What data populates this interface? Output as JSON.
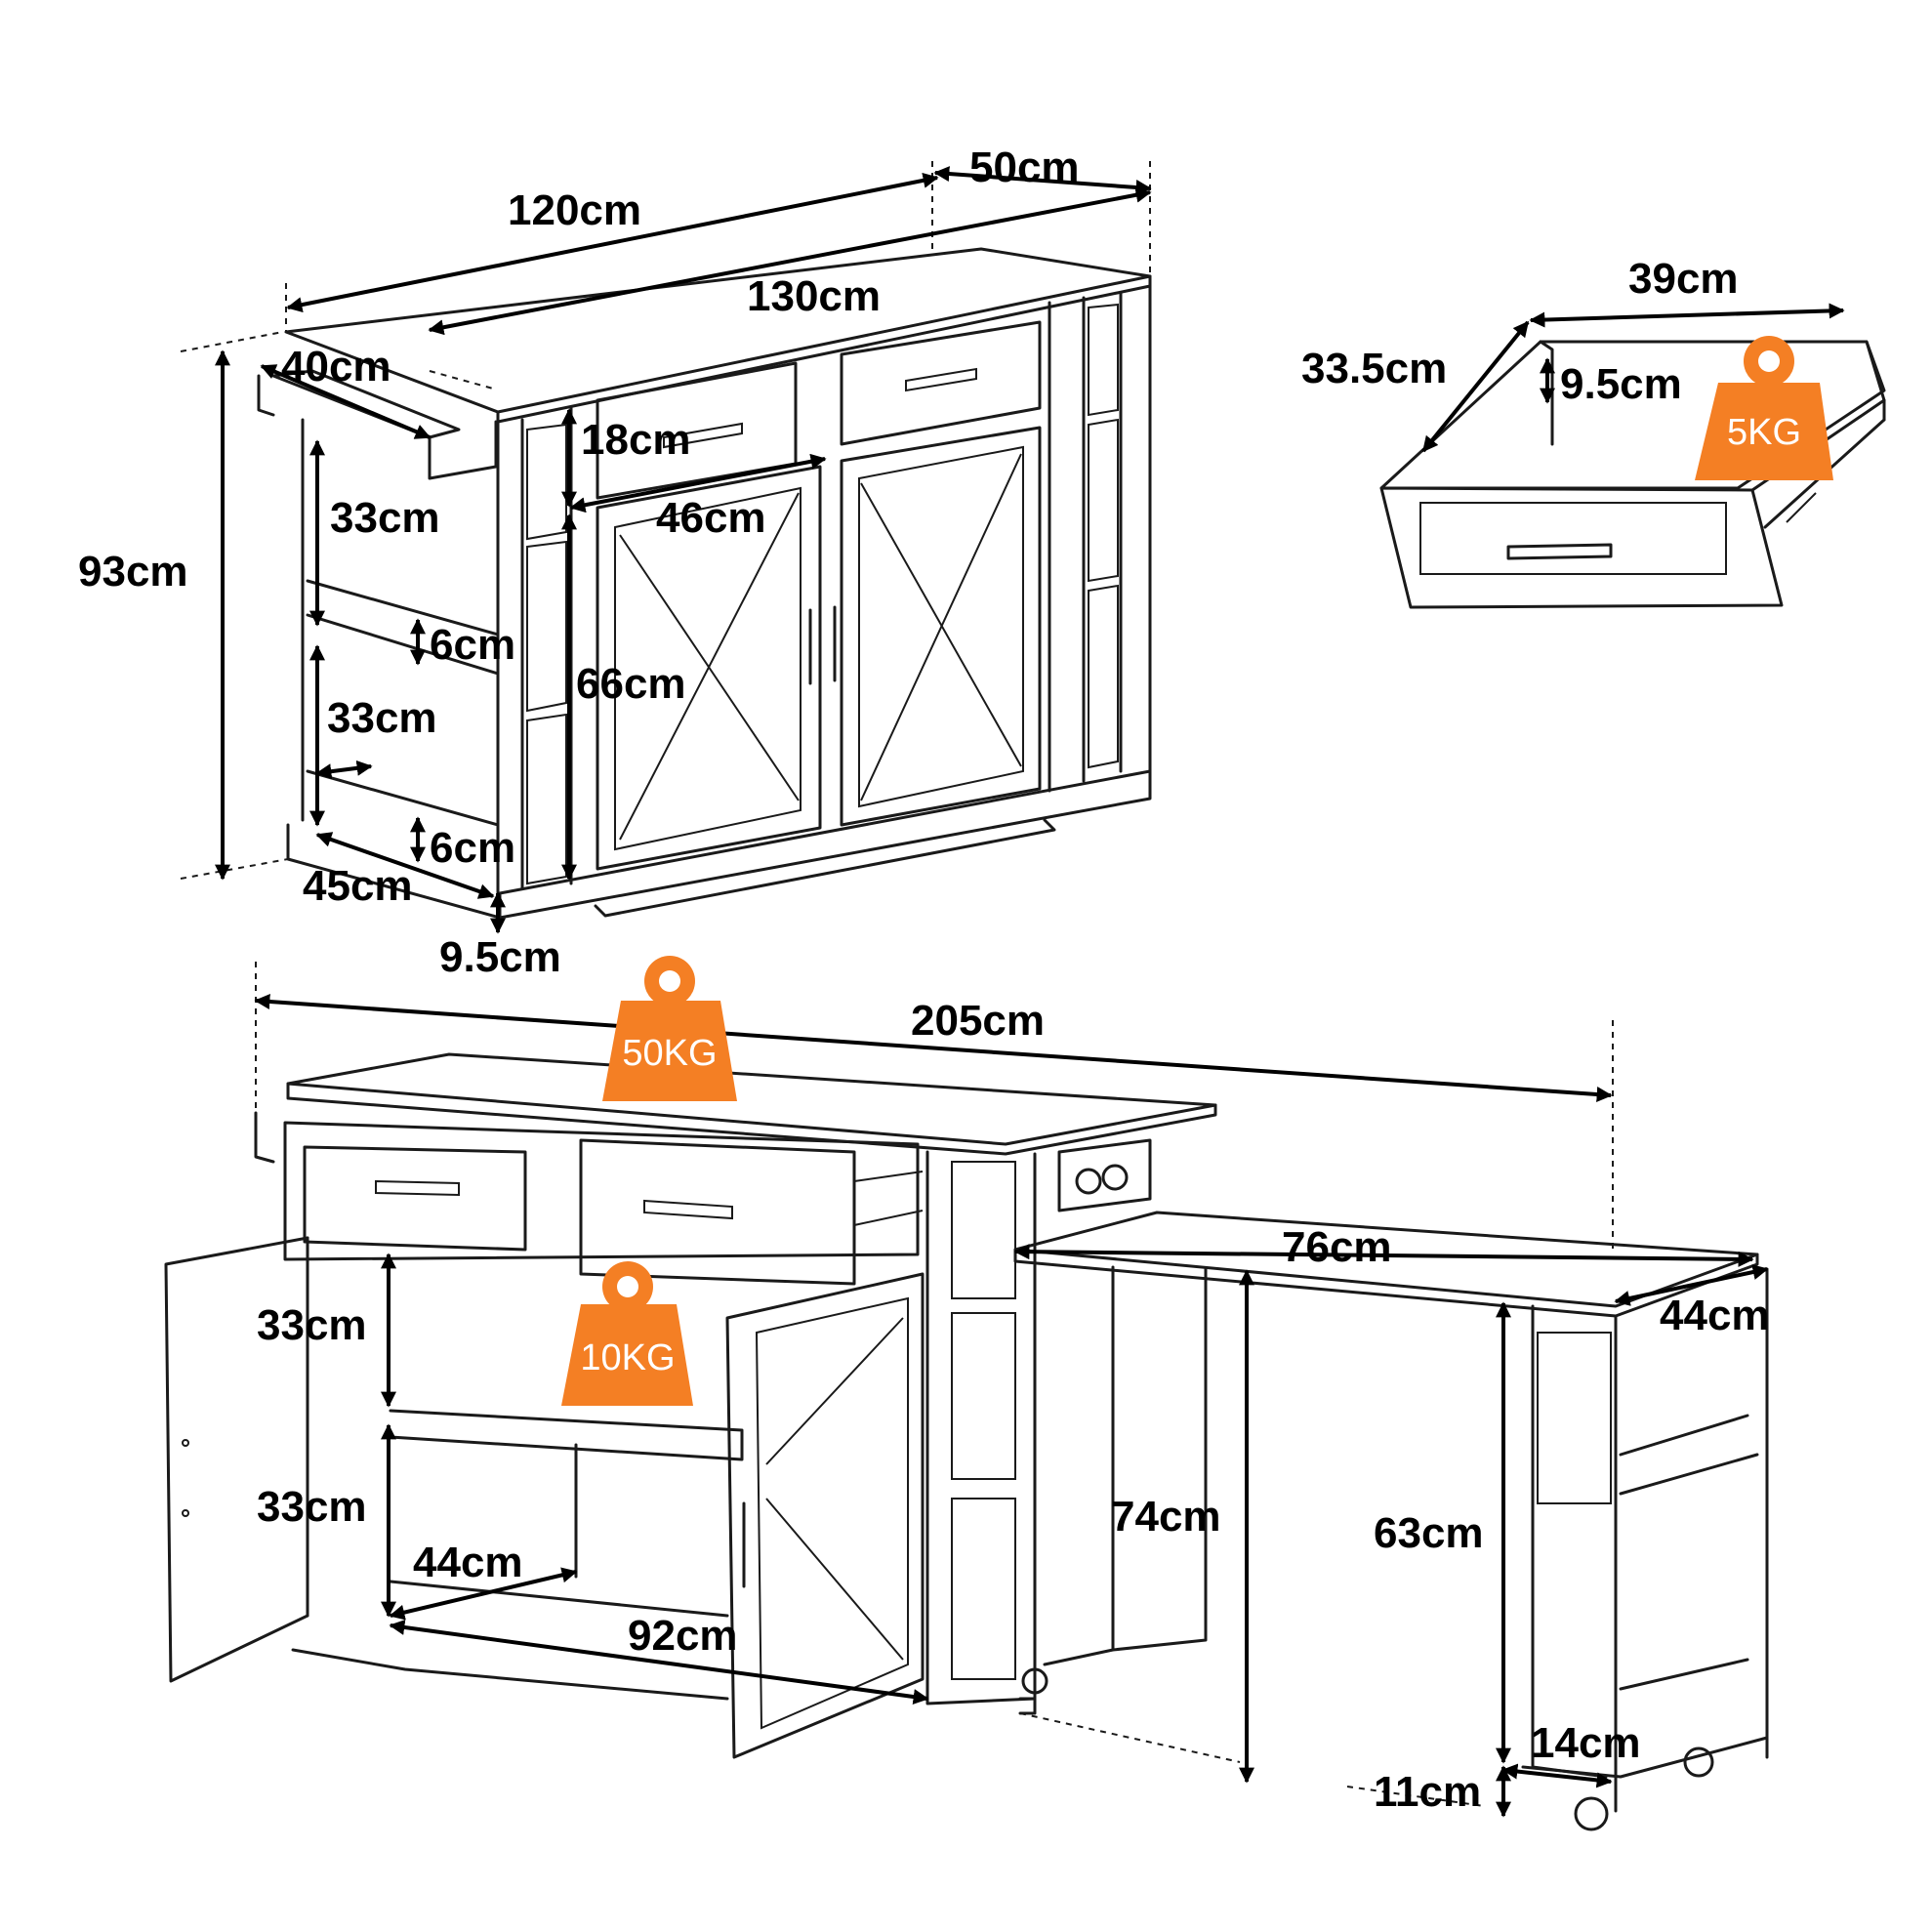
{
  "top_view": {
    "length": "120cm",
    "depth": "50cm",
    "total_length": "130cm",
    "towel_bar": "40cm",
    "height": "93cm",
    "shelf_upper": "33cm",
    "shelf_gap_upper": "6cm",
    "shelf_lower": "33cm",
    "shelf_gap_lower": "6cm",
    "side_depth": "45cm",
    "base_height": "9.5cm",
    "drawer_height": "18cm",
    "door_width": "46cm",
    "door_height": "66cm"
  },
  "drawer_view": {
    "width": "39cm",
    "depth": "33.5cm",
    "inner_height": "9.5cm"
  },
  "open_view": {
    "extended_length": "205cm",
    "leaf_length": "76cm",
    "leaf_depth": "44cm",
    "inner_upper": "33cm",
    "inner_lower": "33cm",
    "inner_depth": "44cm",
    "inner_width": "92cm",
    "table_height": "74cm",
    "end_height": "63cm",
    "end_depth": "14cm",
    "clearance": "11cm"
  },
  "weights": {
    "drawer": "5KG",
    "top": "50KG",
    "shelf": "10KG"
  },
  "colors": {
    "weight_badge": "#f47f24",
    "line": "#1a1a1a",
    "background": "#ffffff"
  }
}
